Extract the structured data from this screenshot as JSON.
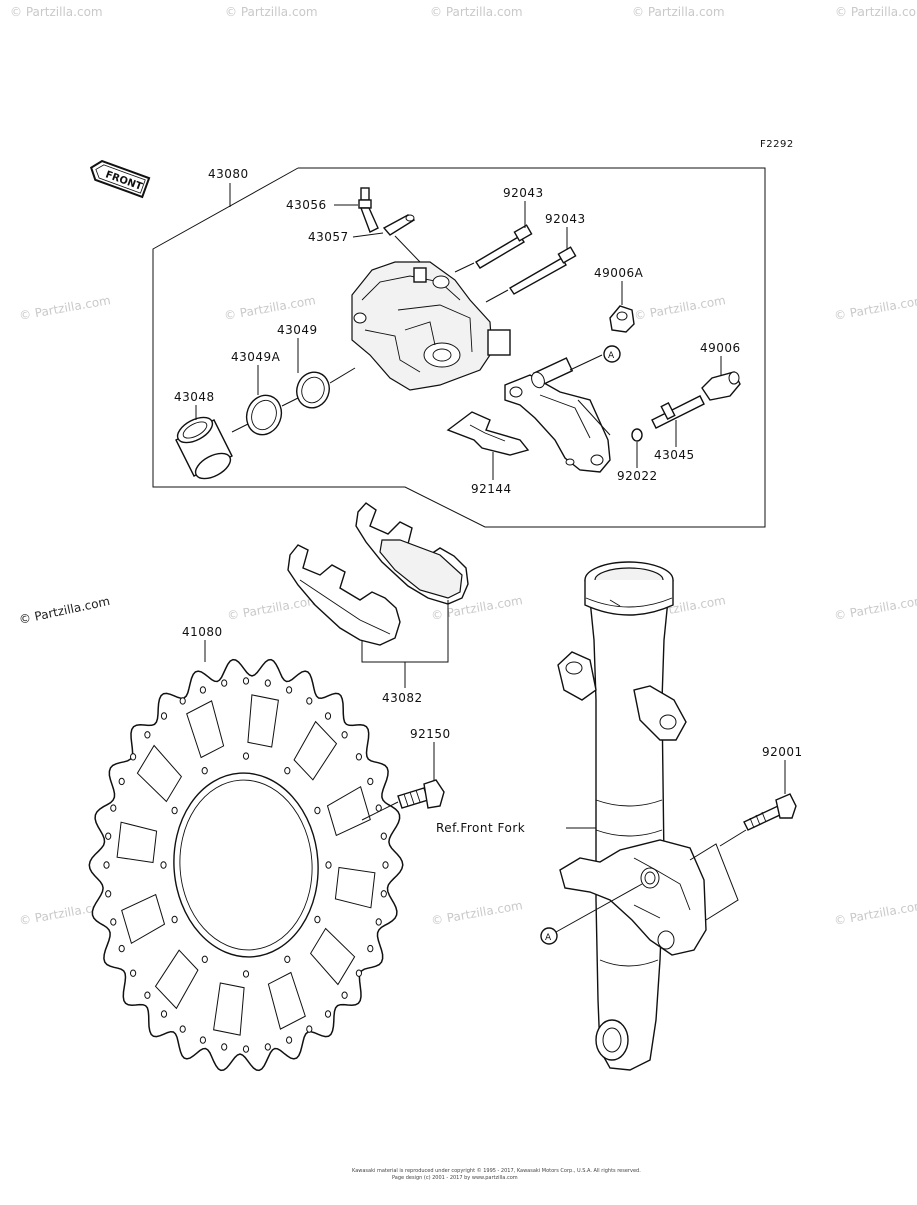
{
  "figure_code": "F2292",
  "front_label": "FRONT",
  "watermark": "© Partzilla.com",
  "ref_label": "Ref.Front Fork",
  "callout_letter": "A",
  "copyright_line1": "Kawasaki material is reproduced under copyright © 1995 - 2017, Kawasaki Motors Corp., U.S.A. All rights reserved.",
  "copyright_line2": "Page design (c) 2001 - 2017 by www.partzilla.com",
  "parts": [
    {
      "number": "43080"
    },
    {
      "number": "43056"
    },
    {
      "number": "43057"
    },
    {
      "number": "92043"
    },
    {
      "number": "92043"
    },
    {
      "number": "49006A"
    },
    {
      "number": "43049"
    },
    {
      "number": "43049A"
    },
    {
      "number": "43048"
    },
    {
      "number": "49006"
    },
    {
      "number": "43045"
    },
    {
      "number": "92022"
    },
    {
      "number": "92144"
    },
    {
      "number": "41080"
    },
    {
      "number": "43082"
    },
    {
      "number": "92150"
    },
    {
      "number": "92001"
    }
  ]
}
